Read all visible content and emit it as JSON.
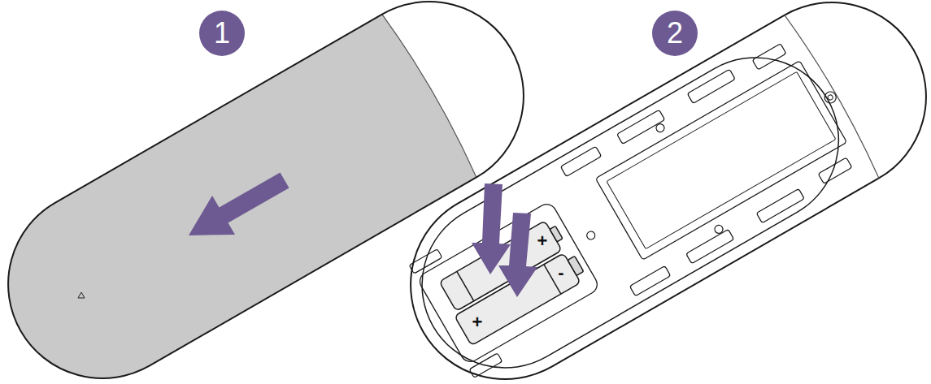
{
  "diagram": {
    "nodes": [
      {
        "text": [
          "1"
        ]
      },
      {
        "text": [
          "2"
        ]
      }
    ],
    "labels": [
      "+",
      "-",
      "+"
    ]
  }
}
